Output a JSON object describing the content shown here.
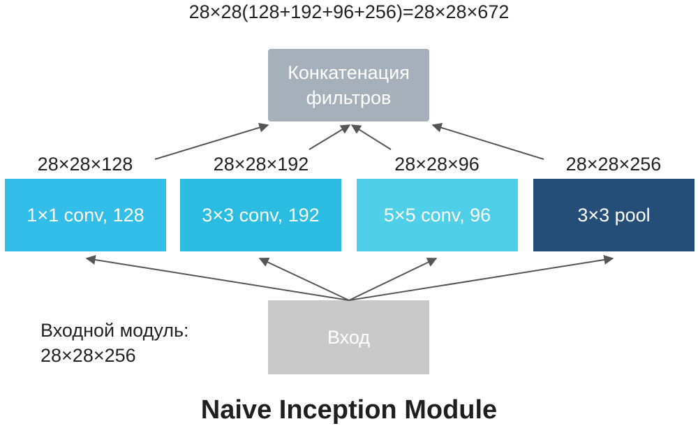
{
  "formula": "28×28(128+192+96+256)=28×28×672",
  "concat": {
    "line1": "Конкатенация",
    "line2": "фильтров",
    "color": "#a6b0ba"
  },
  "branches": [
    {
      "label": "1×1 conv, 128",
      "dims": "28×28×128",
      "color": "#33bde9"
    },
    {
      "label": "3×3 conv, 192",
      "dims": "28×28×192",
      "color": "#2bbce2"
    },
    {
      "label": "5×5 conv, 96",
      "dims": "28×28×96",
      "color": "#50d0e8"
    },
    {
      "label": "3×3 pool",
      "dims": "28×28×256",
      "color": "#244e77"
    }
  ],
  "input": {
    "label": "Вход",
    "color": "#c9c9c9"
  },
  "input_note": {
    "line1": "Входной модуль:",
    "line2": "28×28×256"
  },
  "title": "Naive Inception Module",
  "colors": {
    "arrow": "#555555",
    "text": "#222222"
  }
}
